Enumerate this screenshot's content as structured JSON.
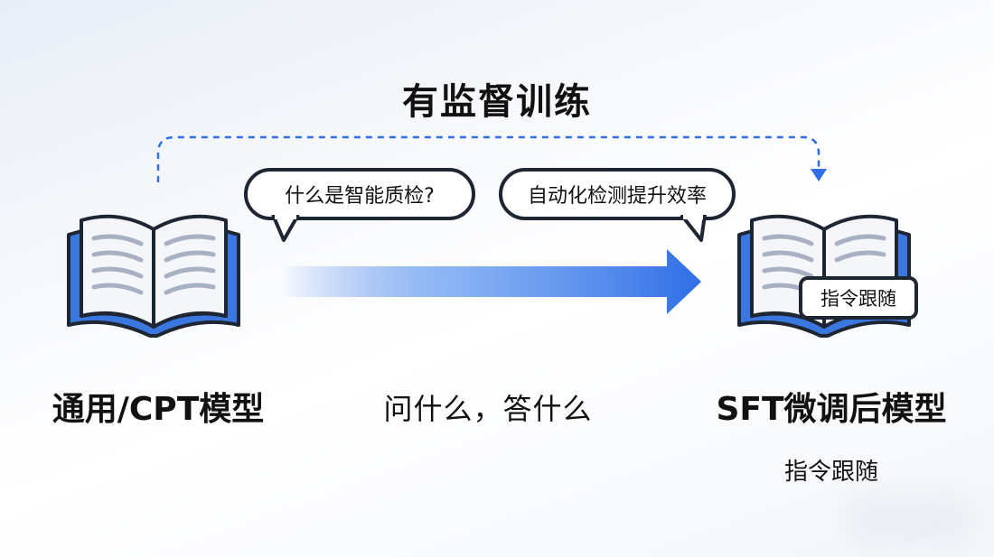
{
  "title": "有监督训练",
  "left": {
    "label": "通用/CPT模型",
    "icon": "open-book-icon"
  },
  "middle": {
    "label": "问什么，答什么",
    "bubbles": [
      {
        "text": "什么是智能质检?"
      },
      {
        "text": "自动化检测提升效率"
      }
    ],
    "arrow_icon": "gradient-arrow-icon"
  },
  "right": {
    "label": "SFT微调后模型",
    "sublabel": "指令跟随",
    "badge": "指令跟随",
    "icon": "open-book-icon"
  },
  "colors": {
    "accent": "#2f6ee6",
    "book_blue": "#3a78e0",
    "outline": "#1e2533",
    "dashed": "#2f6ee6"
  }
}
